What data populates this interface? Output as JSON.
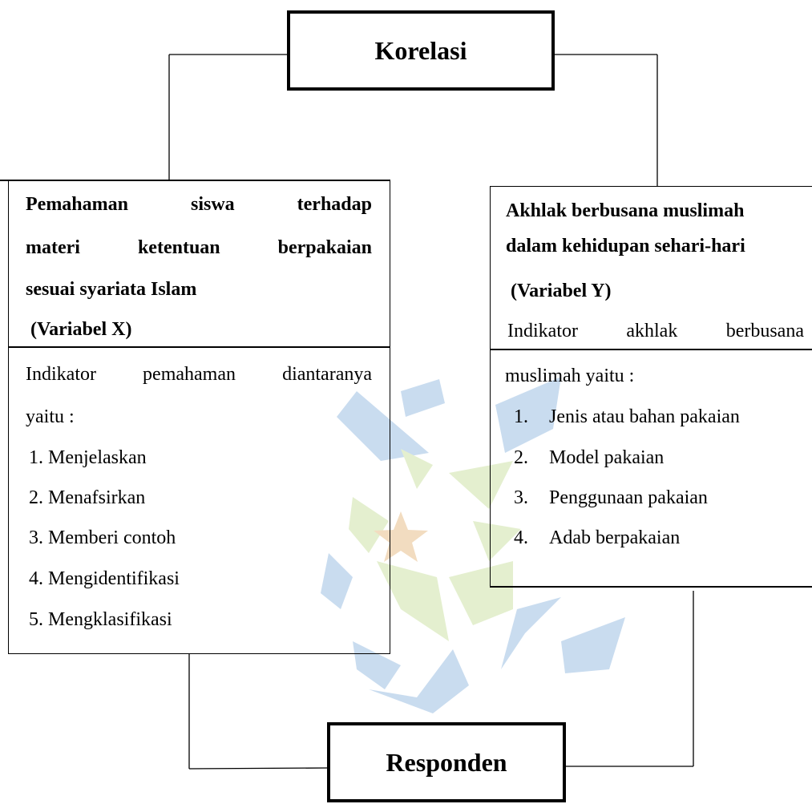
{
  "korelasi": "Korelasi",
  "responden": "Responden",
  "left_box": {
    "title_line1": [
      "Pemahaman",
      "siswa",
      "terhadap"
    ],
    "title_line2": [
      "materi",
      "ketentuan",
      "berpakaian"
    ],
    "title_line3": "sesuai syariata Islam",
    "variable": "(Variabel X)",
    "intro_line1": [
      "Indikator",
      "pemahaman",
      "diantaranya"
    ],
    "intro_line2": "yaitu :",
    "items": [
      {
        "num": "1.",
        "text": "Menjelaskan"
      },
      {
        "num": "2.",
        "text": "Menafsirkan"
      },
      {
        "num": "3.",
        "text": "Memberi contoh"
      },
      {
        "num": "4.",
        "text": "Mengidentifikasi"
      },
      {
        "num": "5.",
        "text": "Mengklasifikasi"
      }
    ]
  },
  "right_box": {
    "title_line1": "Akhlak berbusana muslimah",
    "title_line2": "dalam kehidupan sehari-hari",
    "variable": "(Variabel Y)",
    "intro_line1": [
      "Indikator",
      "akhlak",
      "berbusana"
    ],
    "intro_line2": "muslimah yaitu :",
    "items": [
      {
        "num": "1.",
        "text": "Jenis atau bahan pakaian"
      },
      {
        "num": "2.",
        "text": "Model pakaian"
      },
      {
        "num": "3.",
        "text": "Penggunaan pakaian"
      },
      {
        "num": "4.",
        "text": "Adab berpakaian"
      }
    ]
  }
}
